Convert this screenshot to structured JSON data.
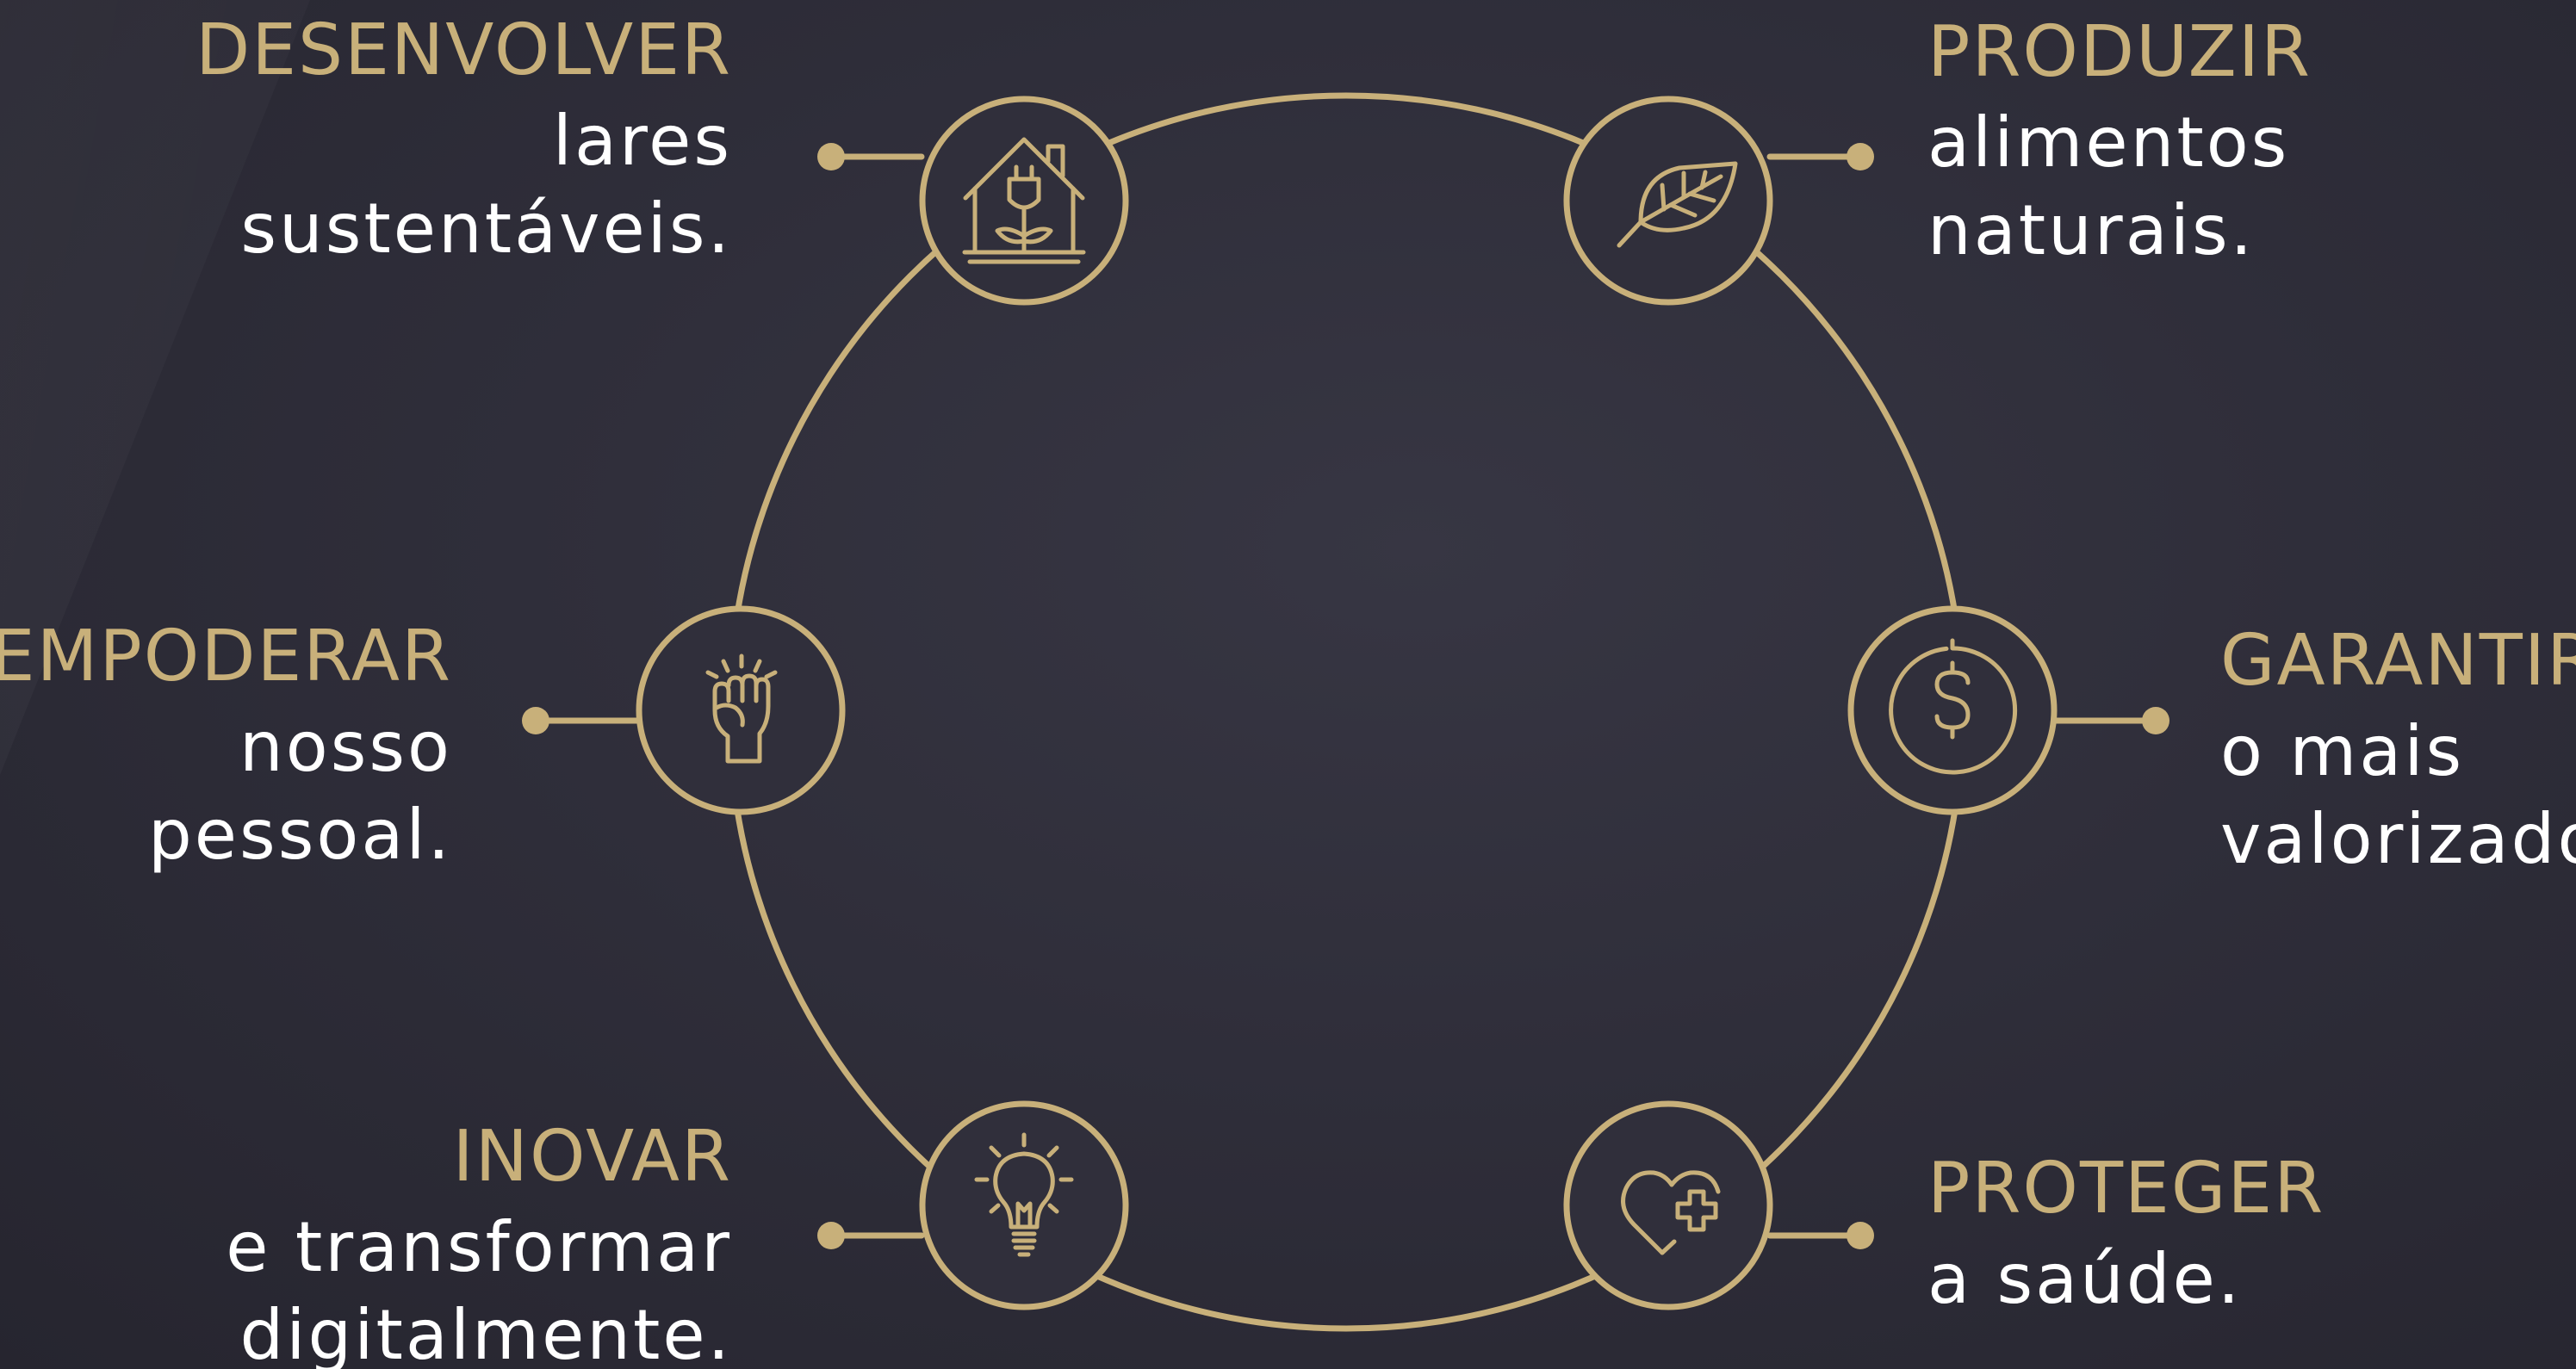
{
  "colors": {
    "accent": "#c8b07a",
    "text": "#ffffff",
    "background": "#2f2e3a"
  },
  "items": [
    {
      "id": "desenvolver",
      "title": "DESENVOLVER",
      "lines": [
        "lares",
        "sustentáveis."
      ],
      "icon": "house-plug-icon"
    },
    {
      "id": "produzir",
      "title": "PRODUZIR",
      "lines": [
        "alimentos",
        "naturais."
      ],
      "icon": "leaf-icon"
    },
    {
      "id": "empoderar",
      "title": "EMPODERAR",
      "lines": [
        "nosso",
        "pessoal."
      ],
      "icon": "raised-fist-icon"
    },
    {
      "id": "garantir",
      "title": "GARANTIR",
      "lines": [
        "o mais",
        "valorizado."
      ],
      "icon": "dollar-coin-icon"
    },
    {
      "id": "inovar",
      "title": "INOVAR",
      "lines": [
        "e transformar",
        "digitalmente."
      ],
      "icon": "lightbulb-icon"
    },
    {
      "id": "proteger",
      "title": "PROTEGER",
      "lines": [
        "a saúde."
      ],
      "icon": "heart-plus-icon"
    }
  ]
}
